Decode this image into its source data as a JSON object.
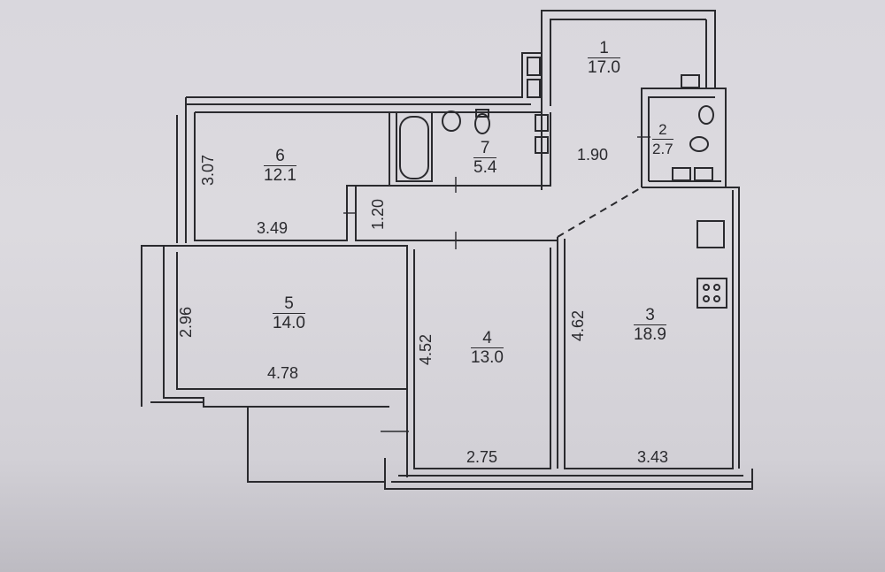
{
  "rooms": [
    {
      "number": "1",
      "area": "17.0"
    },
    {
      "number": "2",
      "area": "2.7"
    },
    {
      "number": "3",
      "area": "18.9"
    },
    {
      "number": "4",
      "area": "13.0"
    },
    {
      "number": "5",
      "area": "14.0"
    },
    {
      "number": "6",
      "area": "12.1"
    },
    {
      "number": "7",
      "area": "5.4"
    }
  ],
  "dimensions": {
    "hall_width": "1.90",
    "corridor_width": "1.20",
    "room6_height": "3.07",
    "room6_width": "3.49",
    "room5_height": "2.96",
    "room5_width": "4.78",
    "room4_height": "4.52",
    "room4_width": "2.75",
    "room3_height": "4.62",
    "room3_width": "3.43"
  }
}
